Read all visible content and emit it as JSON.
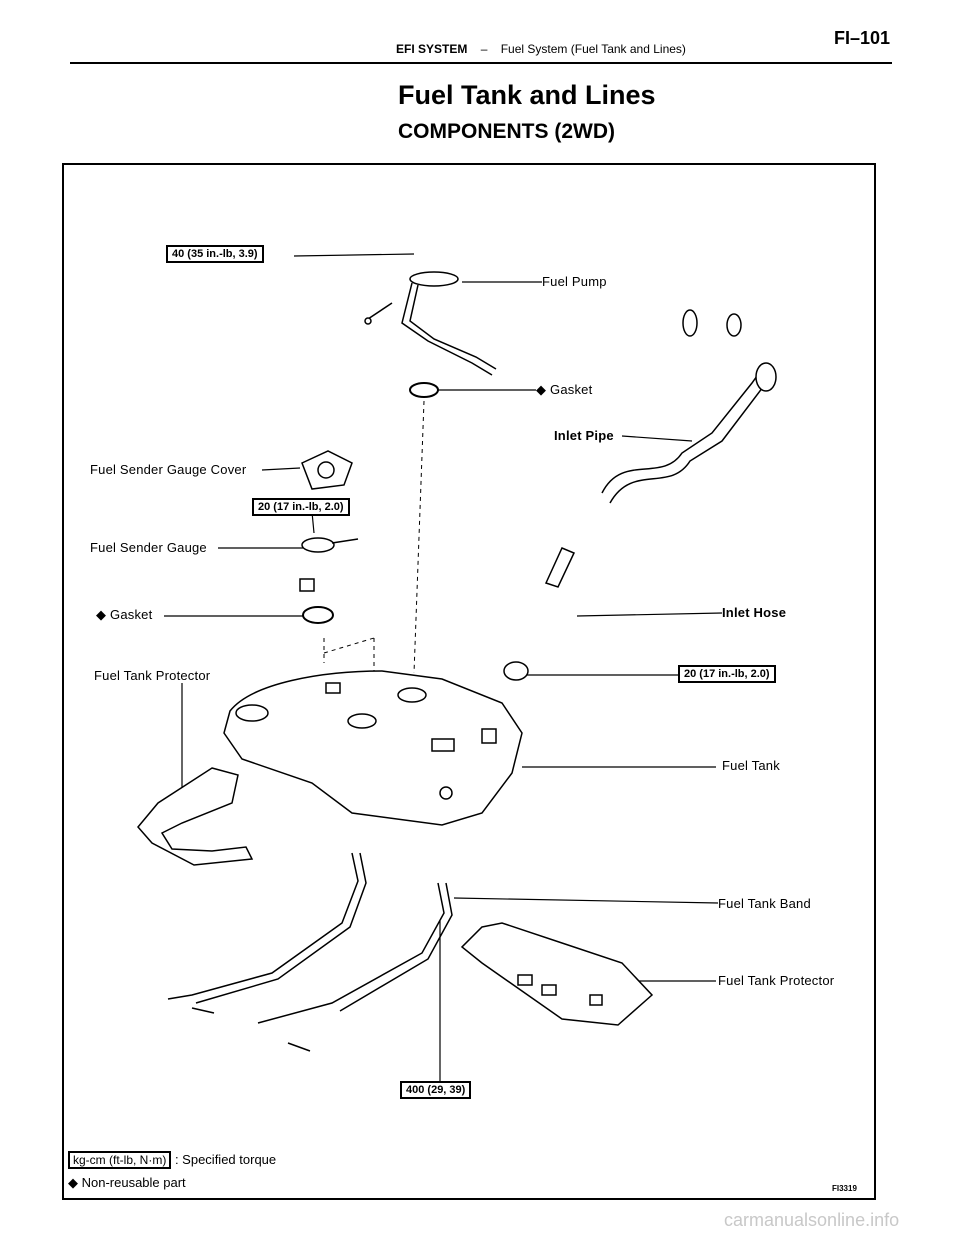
{
  "header": {
    "section": "EFI SYSTEM",
    "separator": "–",
    "subsection": "Fuel System (Fuel Tank and Lines)",
    "page": "FI–101"
  },
  "title": "Fuel Tank and Lines",
  "subtitle": "COMPONENTS (2WD)",
  "diagram": {
    "labels": {
      "fuel_pump": "Fuel Pump",
      "gasket_top": "Gasket",
      "inlet_pipe": "Inlet Pipe",
      "sender_cover": "Fuel Sender Gauge Cover",
      "sender_gauge": "Fuel Sender Gauge",
      "gasket_left": "Gasket",
      "inlet_hose": "Inlet Hose",
      "protector_left": "Fuel Tank Protector",
      "fuel_tank": "Fuel Tank",
      "tank_band": "Fuel Tank Band",
      "protector_right": "Fuel Tank Protector"
    },
    "torques": {
      "pump": "40 (35 in.-lb, 3.9)",
      "sender": "20 (17 in.-lb, 2.0)",
      "inlet": "20 (17 in.-lb, 2.0)",
      "band": "400 (29, 39)"
    },
    "legend": {
      "torque_unit": "kg-cm (ft-lb, N·m)",
      "torque_text": ": Specified torque",
      "nonreusable_text": "Non-reusable part"
    },
    "figure_id": "FI3319"
  },
  "watermark": "carmanualsonline.info"
}
